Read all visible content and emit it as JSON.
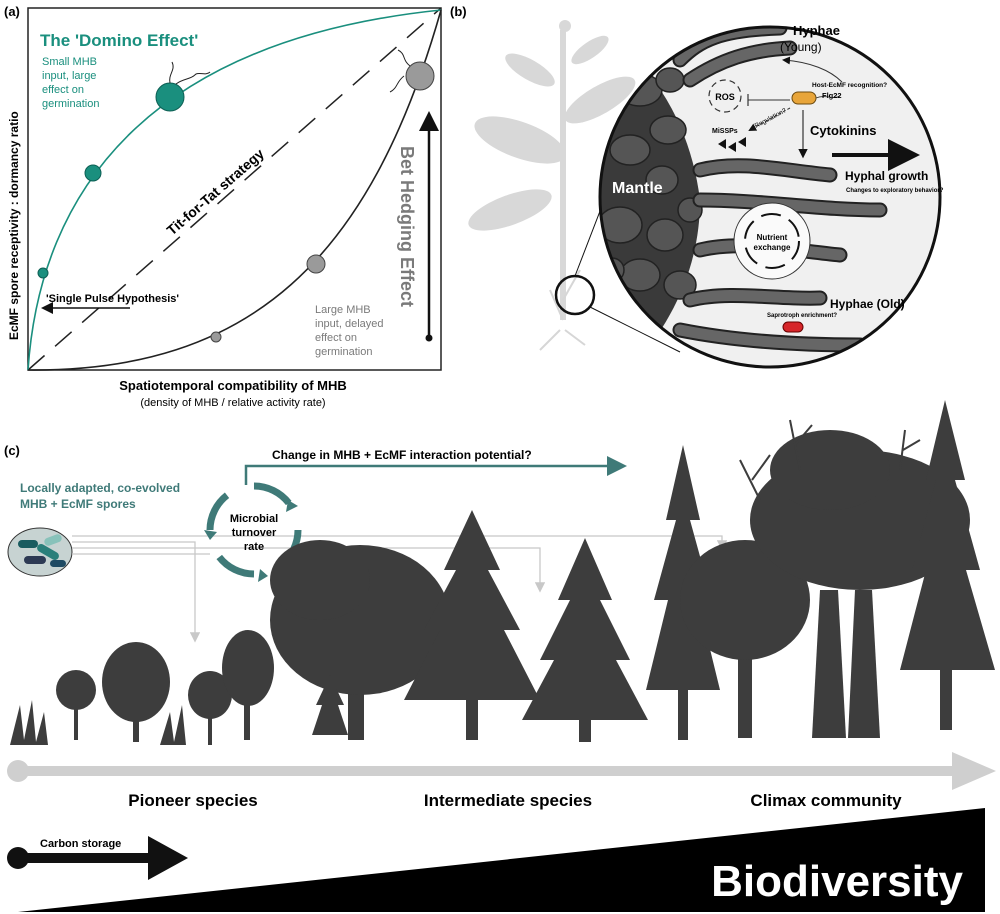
{
  "panel_a": {
    "label": "(a)",
    "domino_title": "The 'Domino Effect'",
    "domino_desc": [
      "Small MHB",
      "input, large",
      "effect on",
      "germination"
    ],
    "tit_for_tat": "Tit-for-Tat strategy",
    "single_pulse": "'Single Pulse Hypothesis'",
    "bet_hedging": "Bet Hedging Effect",
    "large_desc": [
      "Large MHB",
      "input, delayed",
      "effect on",
      "germination"
    ],
    "y_axis": "EcMF spore receptivity : dormancy ratio",
    "x_axis": "Spatiotemporal compatibility of MHB",
    "x_axis_sub": "(density of MHB / relative activity rate)"
  },
  "panel_b": {
    "label": "(b)",
    "hyphae_young": "Hyphae",
    "hyphae_young_sub": "(Young)",
    "host_recognition": "Host-EcMF recognition?",
    "flg22": "Flg22",
    "ros": "ROS",
    "regulation": "Regulation?",
    "missps": "MiSSPs",
    "cytokinins": "Cytokinins",
    "mantle": "Mantle",
    "hyphal_growth": "Hyphal growth",
    "exploratory": "Changes to exploratory behavior?",
    "nutrient": "Nutrient",
    "exchange": "exchange",
    "saprotroph": "Saprotroph enrichment?",
    "hyphae_old": "Hyphae (Old)"
  },
  "panel_c": {
    "label": "(c)",
    "interaction": "Change in MHB + EcMF interaction potential?",
    "locally_line1": "Locally adapted, co-evolved",
    "locally_line2": "MHB + EcMF spores",
    "microbial_line1": "Microbial",
    "microbial_line2": "turnover",
    "microbial_line3": "rate",
    "pioneer": "Pioneer species",
    "intermediate": "Intermediate species",
    "climax": "Climax community",
    "carbon": "Carbon storage",
    "biodiversity": "Biodiversity"
  },
  "colors": {
    "teal": "#1a8f7e",
    "arrow_teal": "#3f7a78",
    "gray": "#8a8a8a",
    "dark": "#222222",
    "tree": "#3d3d3d"
  }
}
